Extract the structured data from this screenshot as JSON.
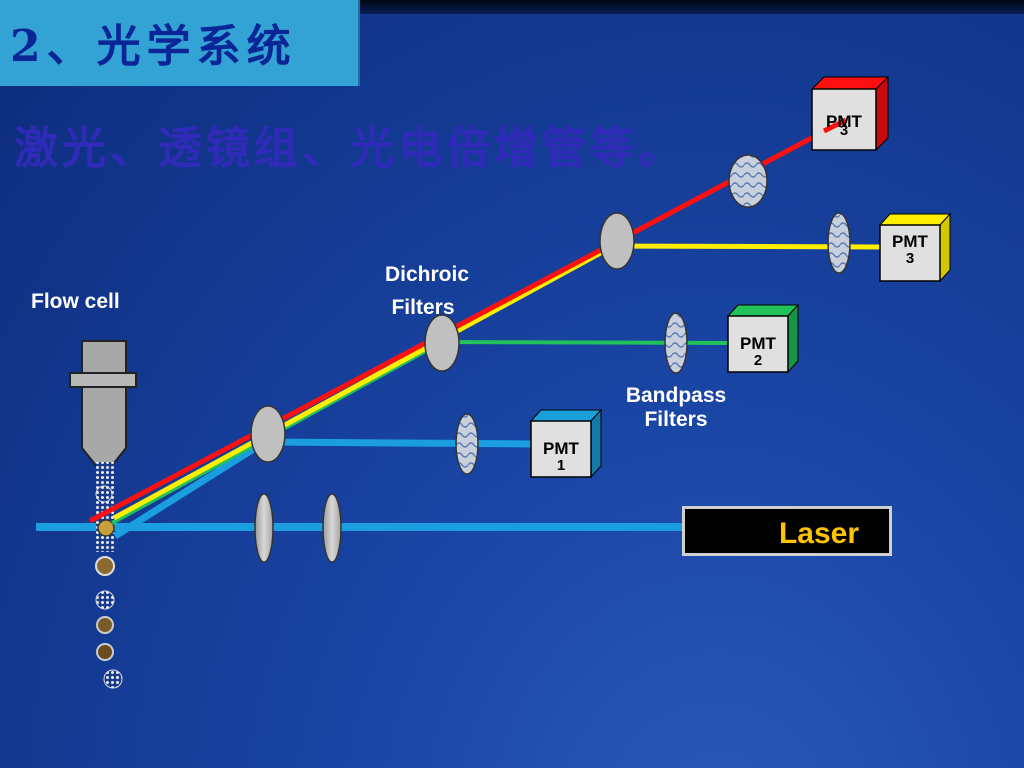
{
  "slide": {
    "title": "2、光学系统",
    "subtitle": "激光、透镜组、光电倍增管等。"
  },
  "labels": {
    "flow_cell": "Flow cell",
    "dichroic_line1": "Dichroic",
    "dichroic_line2": "Filters",
    "bandpass_line1": "Bandpass",
    "bandpass_line2": "Filters",
    "laser": "Laser"
  },
  "pmts": [
    {
      "name": "PMT",
      "number": "1",
      "color": "#1aa0d8"
    },
    {
      "name": "PMT",
      "number": "2",
      "color": "#22c25a"
    },
    {
      "name": "PMT",
      "number": "3",
      "color": "#ffee00"
    },
    {
      "name": "PMT",
      "number": "3",
      "color": "#ff1010"
    }
  ],
  "colors": {
    "laser_beam": "#1a9ee0",
    "red_beam": "#ff1010",
    "green_beam": "#22c25a",
    "yellow_beam": "#ffee00",
    "background": "#153c96",
    "title_bar": "#33a3d6"
  }
}
